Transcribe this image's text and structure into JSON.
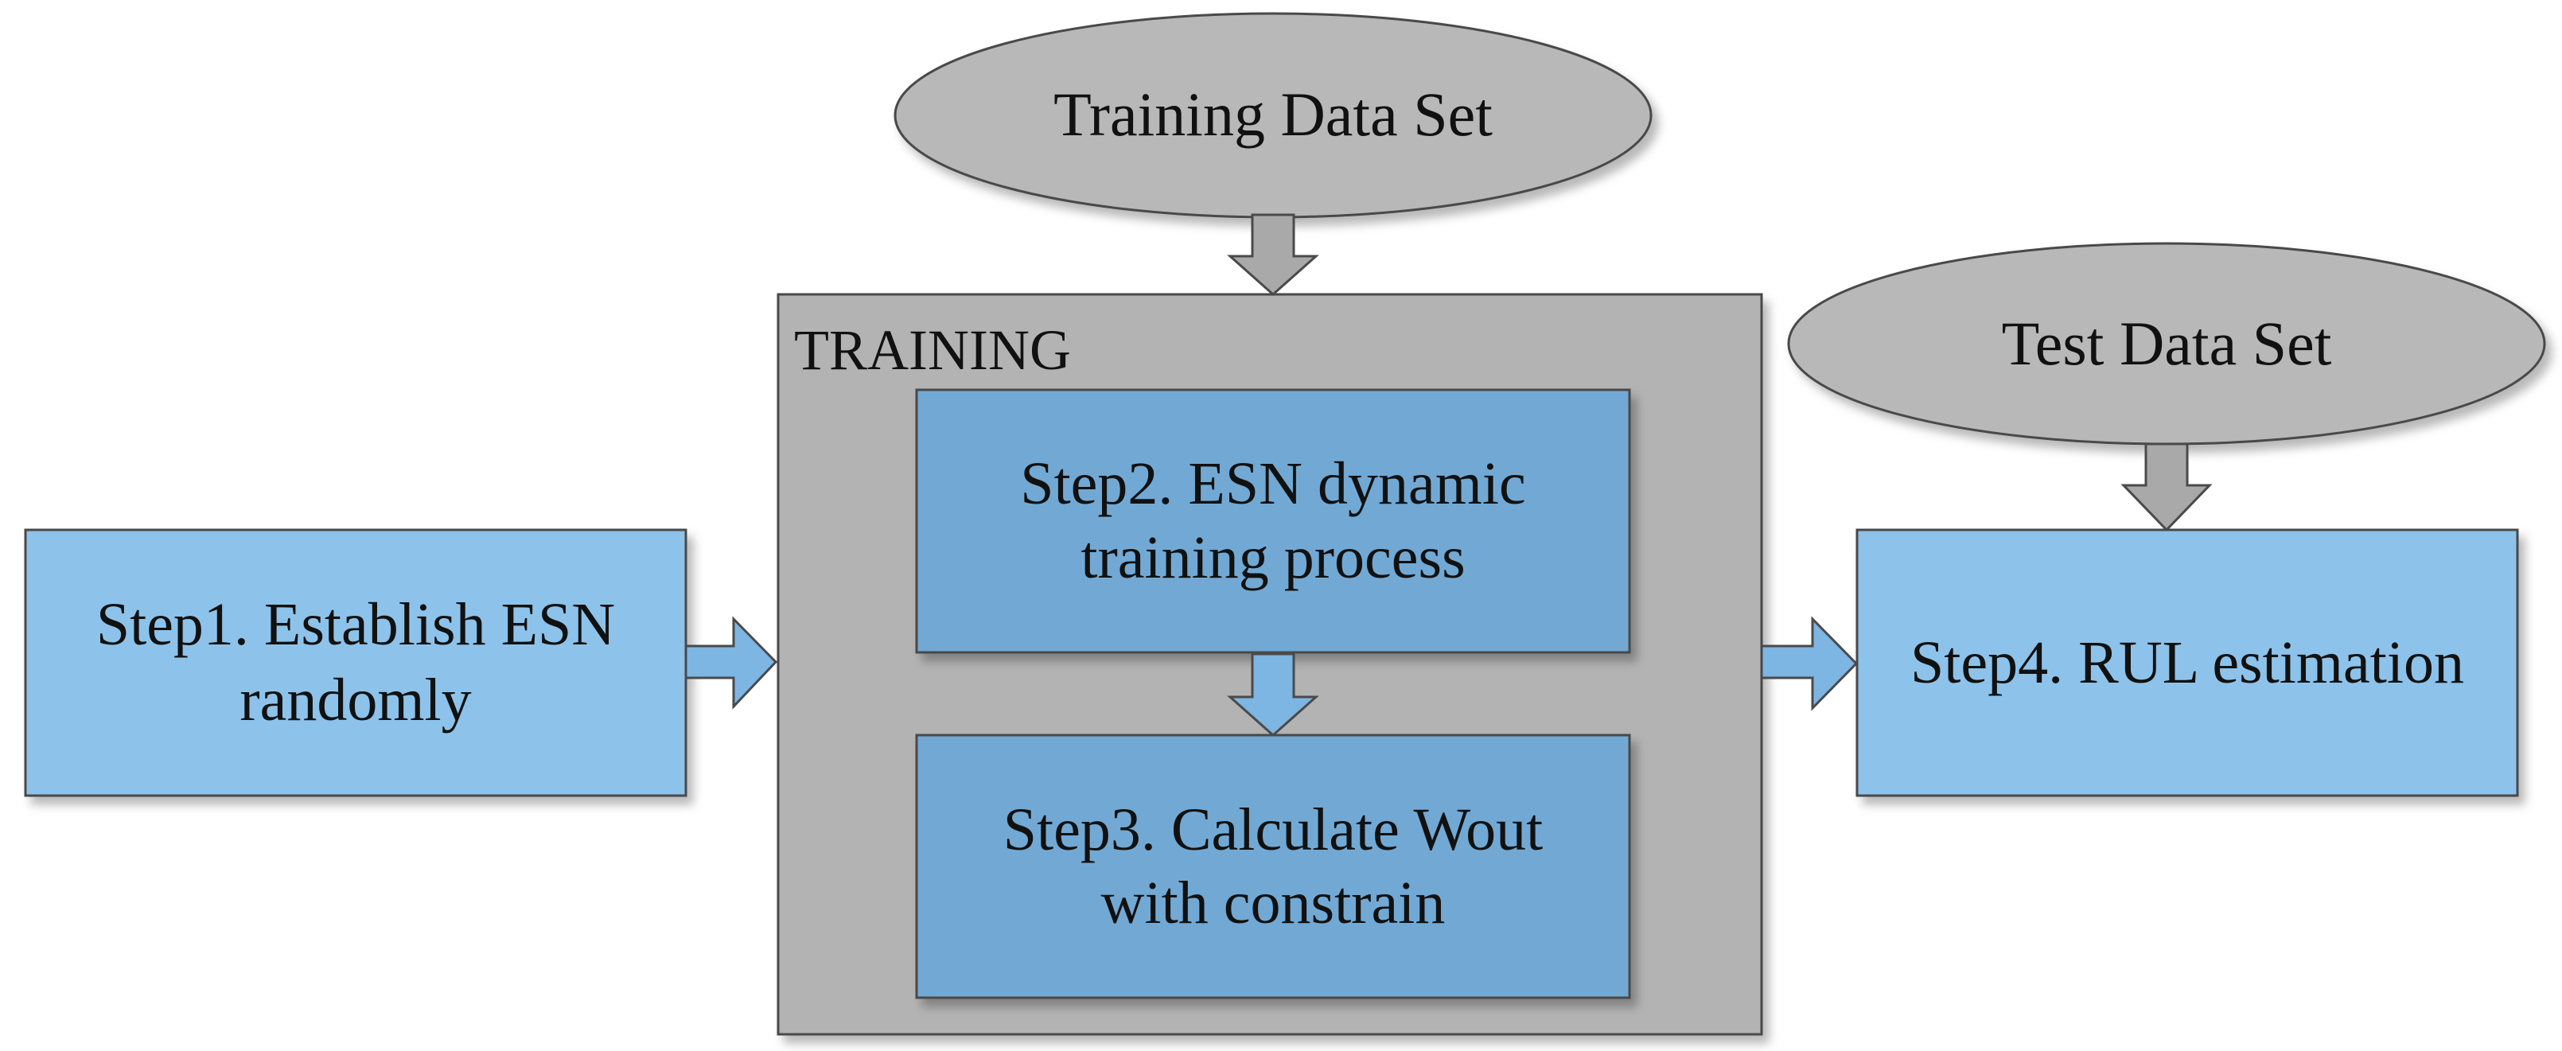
{
  "diagram": {
    "training_data_set": "Training Data Set",
    "test_data_set": "Test Data Set",
    "training_group_title": "TRAINING",
    "step1": {
      "line1": "Step1. Establish ESN",
      "line2": "randomly"
    },
    "step2": {
      "line1": "Step2. ESN dynamic",
      "line2": "training process"
    },
    "step3": {
      "line1": "Step3. Calculate Wout",
      "line2": "with constrain"
    },
    "step4": {
      "line1": "Step4. RUL estimation"
    }
  },
  "colors": {
    "light_blue_box": "#8dc3ea",
    "mid_blue_box": "#72a9d4",
    "gray_container": "#b3b3b3",
    "gray_ellipse": "#b8b8b8",
    "gray_arrow": "#a9a9a9",
    "blue_arrow": "#7db5e3",
    "stroke": "#4a4a4a"
  }
}
